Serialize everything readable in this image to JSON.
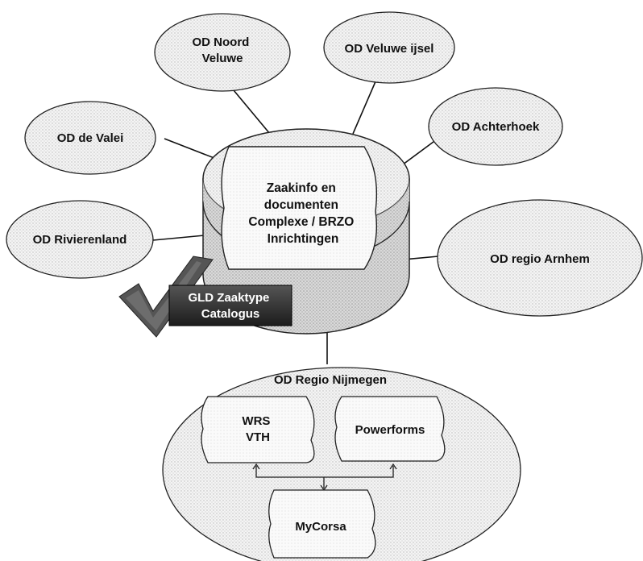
{
  "hub": {
    "lines": [
      "Zaakinfo en",
      "documenten",
      "Complexe / BRZO",
      "Inrichtingen"
    ]
  },
  "catalog": {
    "lines": [
      "GLD Zaaktype",
      "Catalogus"
    ]
  },
  "nodes": {
    "noord_veluwe": [
      "OD Noord",
      "Veluwe"
    ],
    "veluwe_ijsel": [
      "OD Veluwe ijsel"
    ],
    "de_valei": [
      "OD de Valei"
    ],
    "achterhoek": [
      "OD Achterhoek"
    ],
    "rivierenland": [
      "OD Rivierenland"
    ],
    "regio_arnhem": [
      "OD regio Arnhem"
    ]
  },
  "nijmegen": {
    "title": "OD Regio Nijmegen",
    "wrs_vth": [
      "WRS",
      "VTH"
    ],
    "powerforms": [
      "Powerforms"
    ],
    "mycorsa": [
      "MyCorsa"
    ]
  }
}
